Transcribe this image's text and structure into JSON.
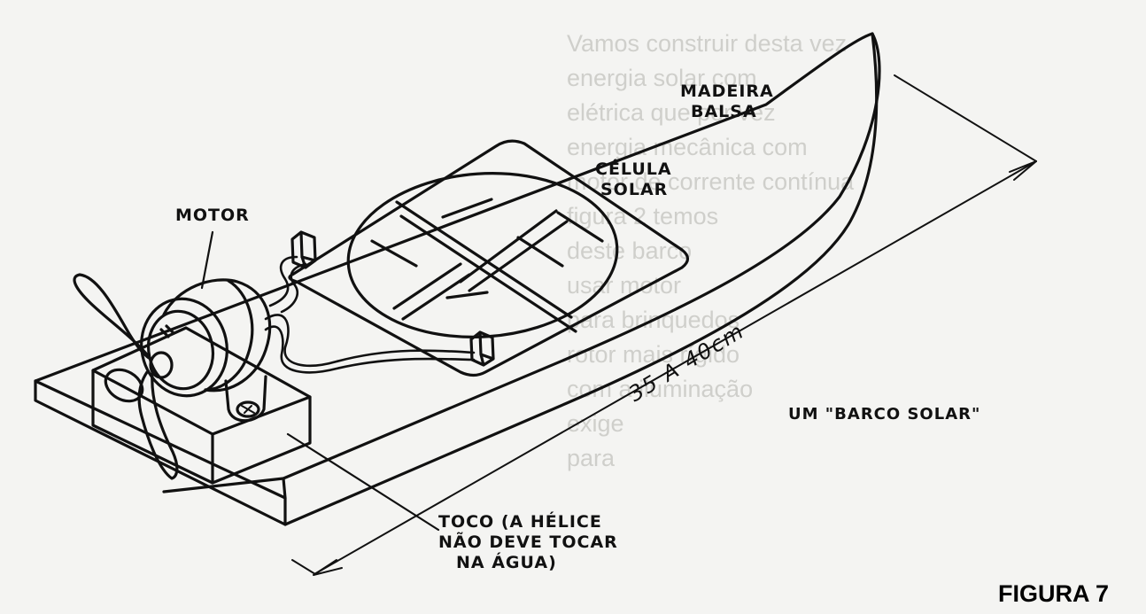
{
  "figure_label": "FIGURA 7",
  "caption": "UM \"BARCO SOLAR\"",
  "dimension": "35 A 40cm",
  "labels": {
    "madeira": [
      "MADEIRA",
      "BALSA"
    ],
    "celula": [
      "CÉLULA",
      "SOLAR"
    ],
    "motor": "MOTOR",
    "toco": [
      "TOCO (A HÉLICE",
      "NÃO DEVE TOCAR",
      "NA ÁGUA)"
    ]
  },
  "colors": {
    "ink": "#111111",
    "paper": "#f4f4f2",
    "bleed": "#cfcfcb"
  }
}
